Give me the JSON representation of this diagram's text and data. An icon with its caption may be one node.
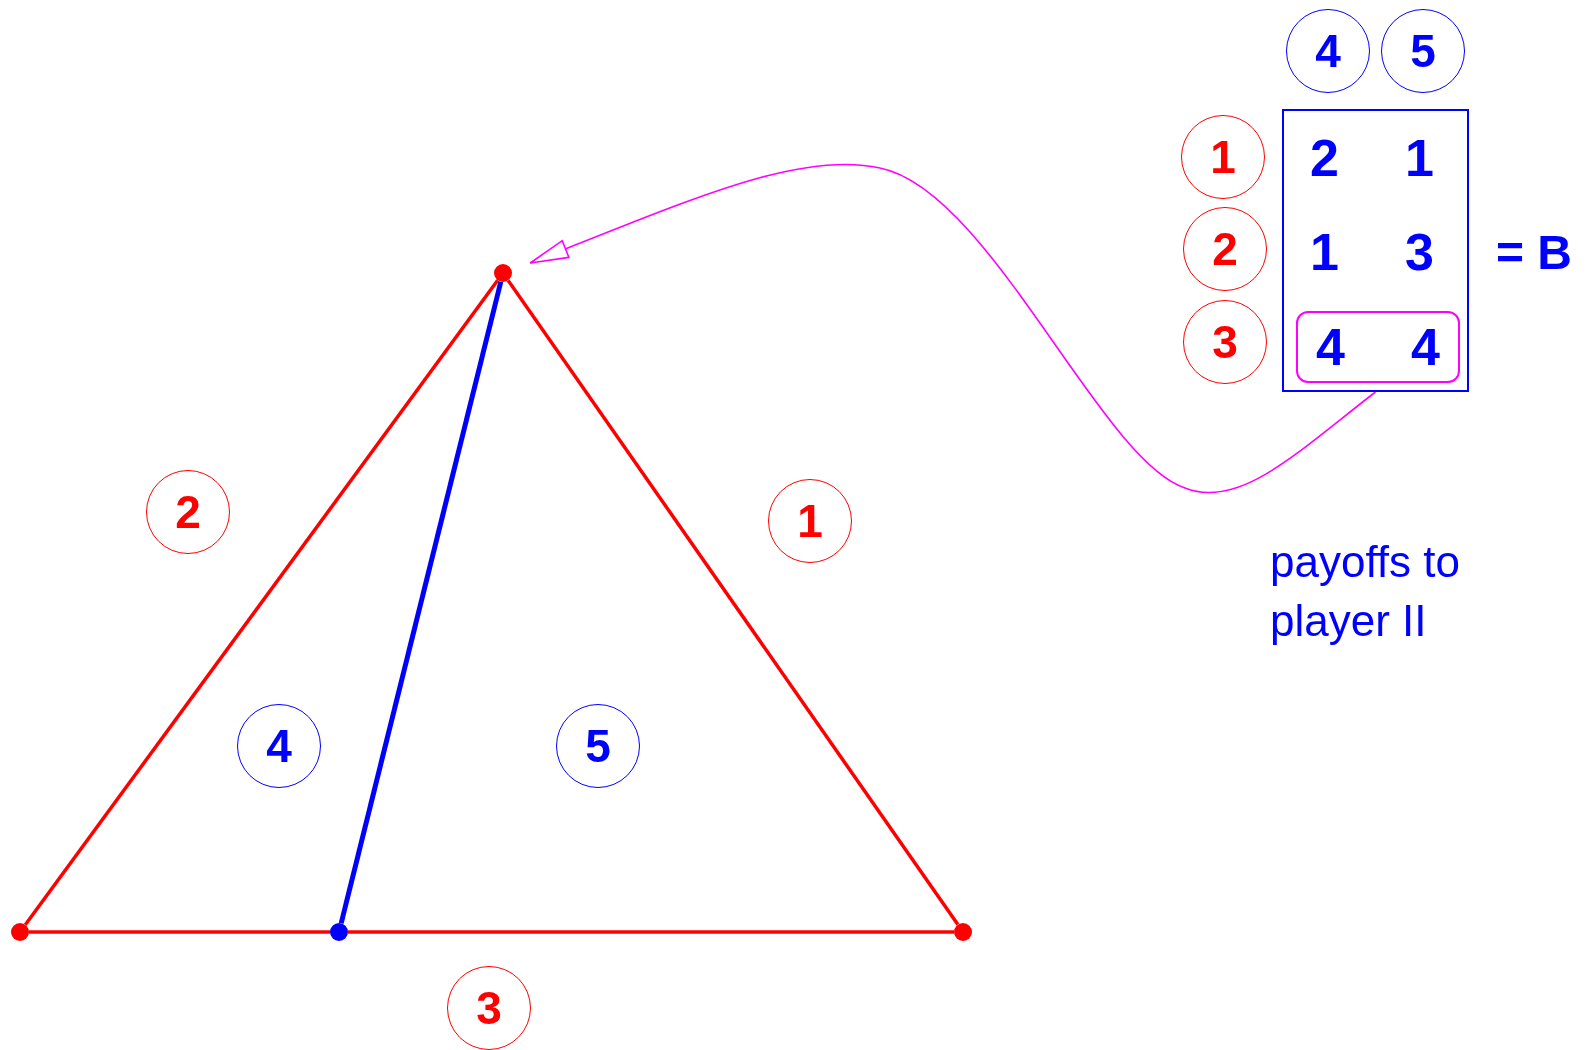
{
  "diagram": {
    "nodes": [
      {
        "text": [
          "4"
        ]
      },
      {
        "text": [
          "5"
        ]
      },
      {
        "text": [],
        "shape": "box"
      },
      {
        "text": [
          "1"
        ]
      },
      {
        "text": [
          "2"
        ]
      },
      {
        "text": [
          "3"
        ]
      },
      {
        "text": [
          "4",
          "4"
        ],
        "in": 2
      },
      {
        "text": [],
        "shape": "circle"
      },
      {
        "text": [
          "2"
        ]
      },
      {
        "text": [
          "1"
        ]
      },
      {
        "text": [
          "4"
        ]
      },
      {
        "text": [
          "5"
        ]
      },
      {
        "text": [],
        "shape": "circle"
      },
      {
        "text": [],
        "shape": "circle"
      },
      {
        "text": [],
        "shape": "circle"
      },
      {
        "text": [
          "3"
        ]
      }
    ],
    "edges": [
      {
        "from": 2,
        "to": 7,
        "arrow": "to",
        "color": "#ff00ff"
      },
      {
        "from": 7,
        "to": 12,
        "arrow": "none"
      },
      {
        "from": 7,
        "to": 14,
        "arrow": "none"
      },
      {
        "from": 12,
        "to": 13,
        "arrow": "none"
      },
      {
        "from": 13,
        "to": 14,
        "arrow": "none"
      },
      {
        "from": 7,
        "to": 13,
        "arrow": "none",
        "color": "#0000ff"
      }
    ],
    "labels": [
      "2",
      "1",
      "1",
      "3",
      "= B",
      "payoffs to player II"
    ]
  }
}
